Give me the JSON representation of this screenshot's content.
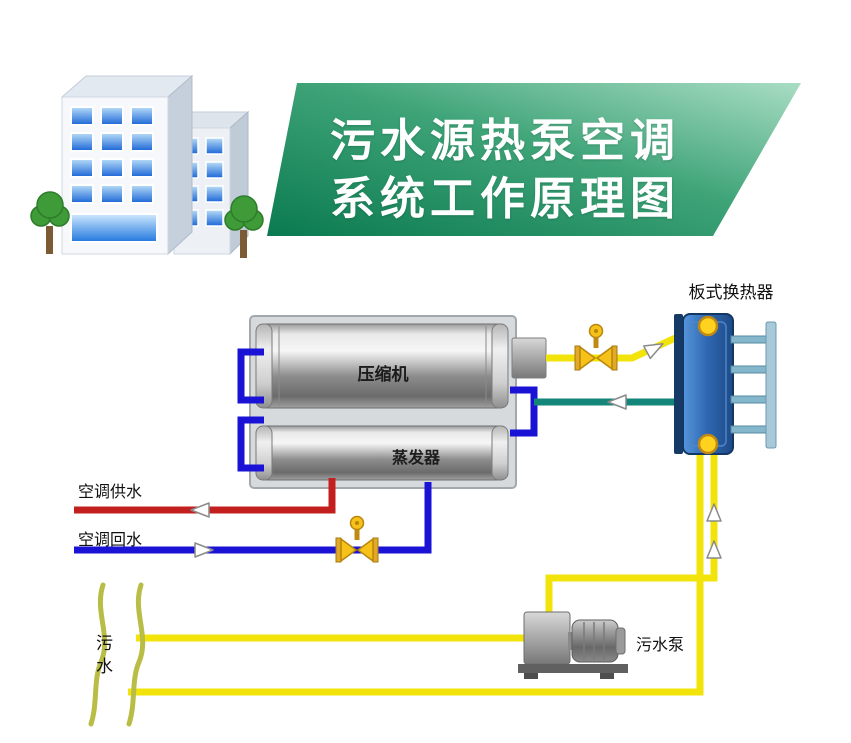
{
  "banner": {
    "title_line1": "污水源热泵空调",
    "title_line2": "系统工作原理图"
  },
  "labels": {
    "plate_heat_exchanger": "板式换热器",
    "compressor": "压缩机",
    "evaporator": "蒸发器",
    "ac_supply_water": "空调供水",
    "ac_return_water": "空调回水",
    "sewage": "污水",
    "sewage_pump": "污水泵"
  },
  "colors": {
    "banner_green_dark": "#0b7a50",
    "banner_green_light": "#a9ddc4",
    "pipe_yellow": "#f2e40a",
    "pipe_blue": "#1a13d6",
    "pipe_red": "#c41f1f",
    "pipe_teal": "#148579",
    "valve_yellow": "#f6c21a",
    "exchanger_blue": "#2e66b0",
    "window_blue": "#1b66d6"
  }
}
